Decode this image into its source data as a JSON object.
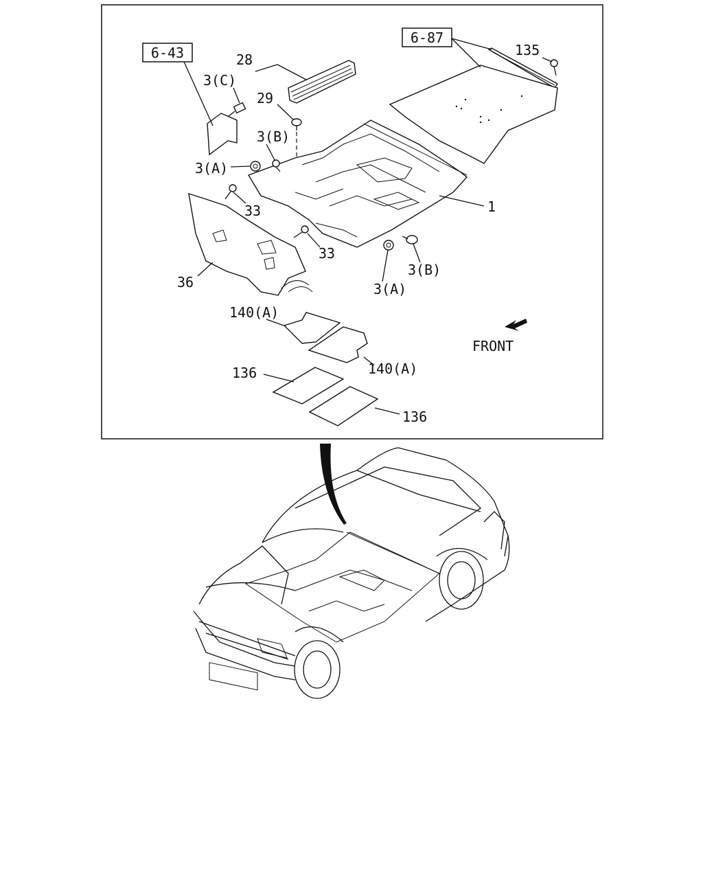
{
  "refs": {
    "ref_643": "6-43",
    "ref_687": "6-87"
  },
  "callouts": {
    "c28": "28",
    "c3c": "3(C)",
    "c29": "29",
    "c135": "135",
    "c3b_top": "3(B)",
    "c3a_left": "3(A)",
    "c33_top": "33",
    "c1": "1",
    "c33_mid": "33",
    "c36": "36",
    "c3b_right": "3(B)",
    "c3a_bottom": "3(A)",
    "c140a_top": "140(A)",
    "c140a_bottom": "140(A)",
    "c136_left": "136",
    "c136_right": "136"
  },
  "front_label": "FRONT"
}
